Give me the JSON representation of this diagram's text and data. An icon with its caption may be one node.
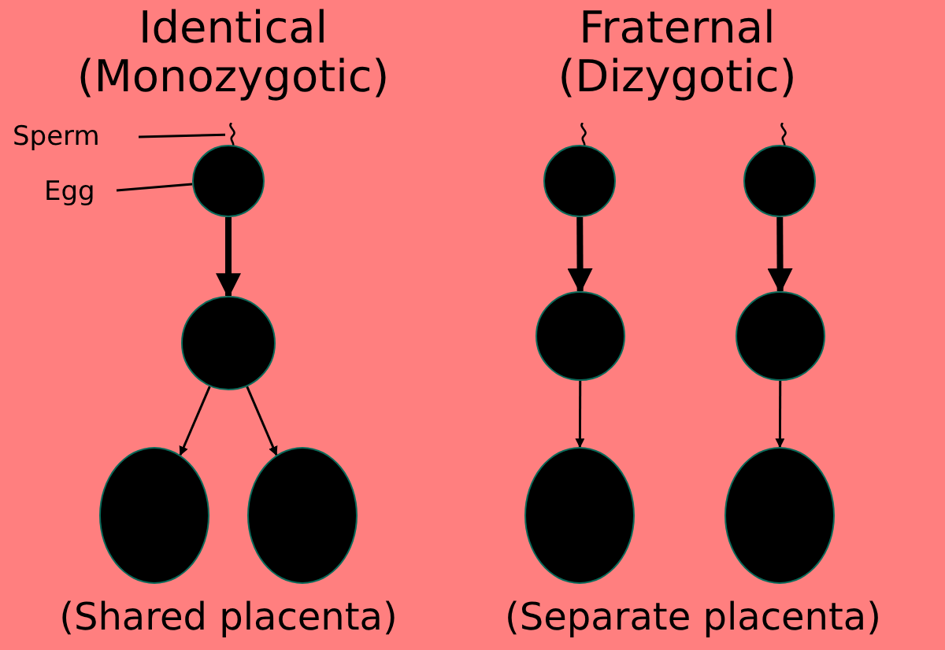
{
  "diagram": {
    "nodes": [
      {
        "text": [
          "Sperm"
        ]
      },
      {
        "text": [
          "Egg"
        ]
      },
      {
        "text": [],
        "shape": "squiggle"
      },
      {
        "text": [],
        "shape": "circle"
      },
      {
        "text": [],
        "shape": "circle"
      },
      {
        "text": [],
        "shape": "circle"
      },
      {
        "text": [],
        "shape": "circle"
      },
      {
        "text": [],
        "shape": "squiggle"
      },
      {
        "text": [],
        "shape": "circle"
      },
      {
        "text": [],
        "shape": "circle"
      },
      {
        "text": [],
        "shape": "circle"
      },
      {
        "text": [],
        "shape": "squiggle"
      },
      {
        "text": [],
        "shape": "circle"
      },
      {
        "text": [],
        "shape": "circle"
      },
      {
        "text": [],
        "shape": "circle"
      }
    ],
    "edges": [
      {
        "from": 0,
        "to": 2,
        "arrow": "none"
      },
      {
        "from": 1,
        "to": 3,
        "arrow": "none"
      },
      {
        "from": 3,
        "to": 4,
        "arrow": "to",
        "style": "thick"
      },
      {
        "from": 4,
        "to": 5,
        "arrow": "to"
      },
      {
        "from": 4,
        "to": 6,
        "arrow": "to"
      },
      {
        "from": 8,
        "to": 9,
        "arrow": "to",
        "style": "thick"
      },
      {
        "from": 9,
        "to": 10,
        "arrow": "to"
      },
      {
        "from": 12,
        "to": 13,
        "arrow": "to",
        "style": "thick"
      },
      {
        "from": 13,
        "to": 14,
        "arrow": "to"
      }
    ],
    "labels": [
      "Identical",
      "(Monozygotic)",
      "Fraternal",
      "(Dizygotic)",
      "(Shared placenta)",
      "(Separate placenta)"
    ]
  }
}
